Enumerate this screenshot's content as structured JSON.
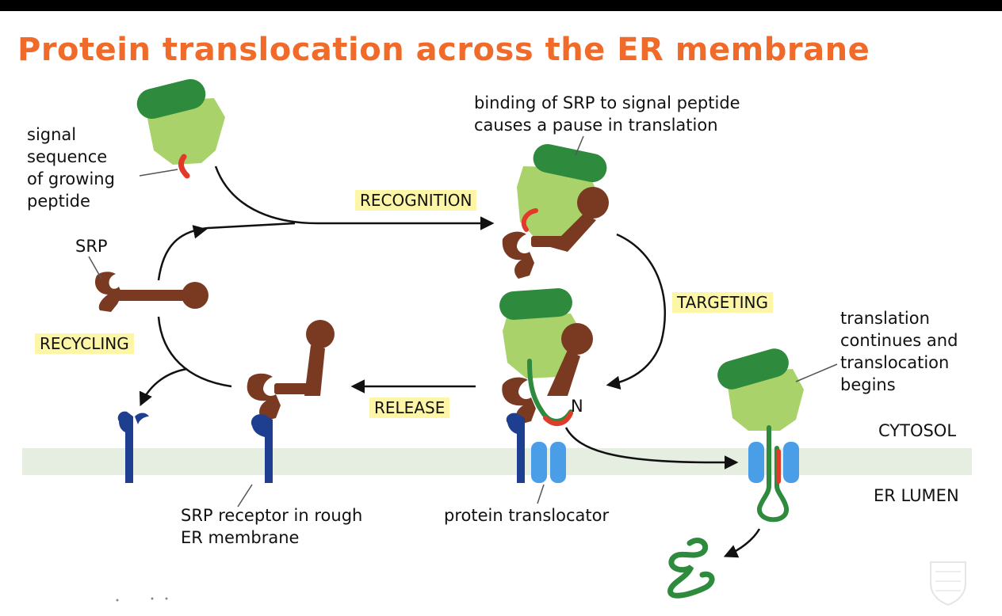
{
  "title": "Protein translocation across the ER membrane",
  "labels": {
    "signal_sequence": [
      "signal",
      "sequence",
      "of growing",
      "peptide"
    ],
    "srp": "SRP",
    "binding_note": [
      "binding of SRP to signal peptide",
      "causes a pause in translation"
    ],
    "translation_note": [
      "translation",
      "continues and",
      "translocation",
      "begins"
    ],
    "srp_receptor": [
      "SRP receptor in rough",
      "ER membrane"
    ],
    "protein_translocator": "protein translocator",
    "n_terminus": "N",
    "cytosol": "CYTOSOL",
    "er_lumen": "ER LUMEN"
  },
  "steps": {
    "recognition": "RECOGNITION",
    "targeting": "TARGETING",
    "release": "RELEASE",
    "recycling": "RECYCLING"
  },
  "colors": {
    "title": "#f06a2a",
    "ribosome_large": "#a9d26b",
    "ribosome_small": "#2e8b3d",
    "srp": "#7a3a22",
    "receptor": "#1e3f8f",
    "translocator": "#4a9ee8",
    "signal_peptide": "#e03a2a",
    "membrane": "#e6eee2",
    "step_highlight": "#fdf6a6"
  }
}
